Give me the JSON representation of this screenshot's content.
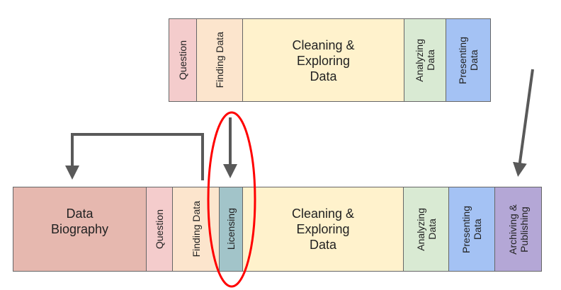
{
  "colors": {
    "question": "#f4cccc",
    "finding": "#fce5cd",
    "cleaning": "#fff2cc",
    "analyzing": "#d9ead3",
    "presenting": "#a4c2f4",
    "biography": "#e6b8af",
    "licensing": "#a2c4c9",
    "archiving": "#b4a7d6",
    "arrow": "#595959",
    "highlight": "#ff0000"
  },
  "top_row": {
    "question": "Question",
    "finding": "Finding Data",
    "cleaning": "Cleaning &\nExploring\nData",
    "analyzing": "Analyzing\nData",
    "presenting": "Presenting\nData"
  },
  "bottom_row": {
    "biography": "Data\nBiography",
    "question": "Question",
    "finding": "Finding Data",
    "licensing": "Licensing",
    "cleaning": "Cleaning &\nExploring\nData",
    "analyzing": "Analyzing\nData",
    "presenting": "Presenting\nData",
    "archiving": "Archiving &\nPublishing"
  }
}
